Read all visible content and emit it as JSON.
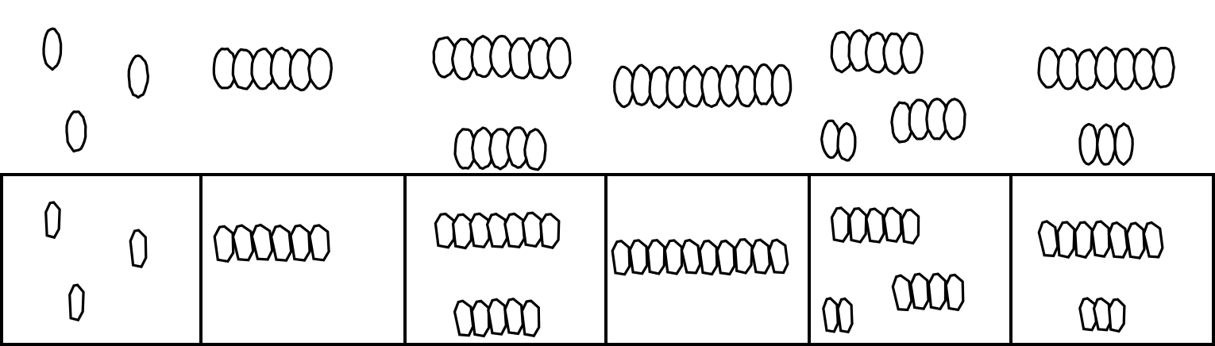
{
  "line_color": "#000000",
  "background_color": "#ffffff",
  "shape_name": "oval",
  "columns": [
    {
      "name": "column-1",
      "top_groups": [
        1,
        1,
        1
      ],
      "bottom_groups": [
        1,
        1,
        1
      ]
    },
    {
      "name": "column-2",
      "top_groups": [
        6
      ],
      "bottom_groups": [
        6
      ]
    },
    {
      "name": "column-3",
      "top_groups": [
        7,
        5
      ],
      "bottom_groups": [
        7,
        5
      ]
    },
    {
      "name": "column-4",
      "top_groups": [
        10
      ],
      "bottom_groups": [
        10
      ]
    },
    {
      "name": "column-5",
      "top_groups": [
        5,
        2,
        4
      ],
      "bottom_groups": [
        5,
        2,
        4
      ]
    },
    {
      "name": "column-6",
      "top_groups": [
        7,
        3
      ],
      "bottom_groups": [
        7,
        3
      ]
    }
  ]
}
